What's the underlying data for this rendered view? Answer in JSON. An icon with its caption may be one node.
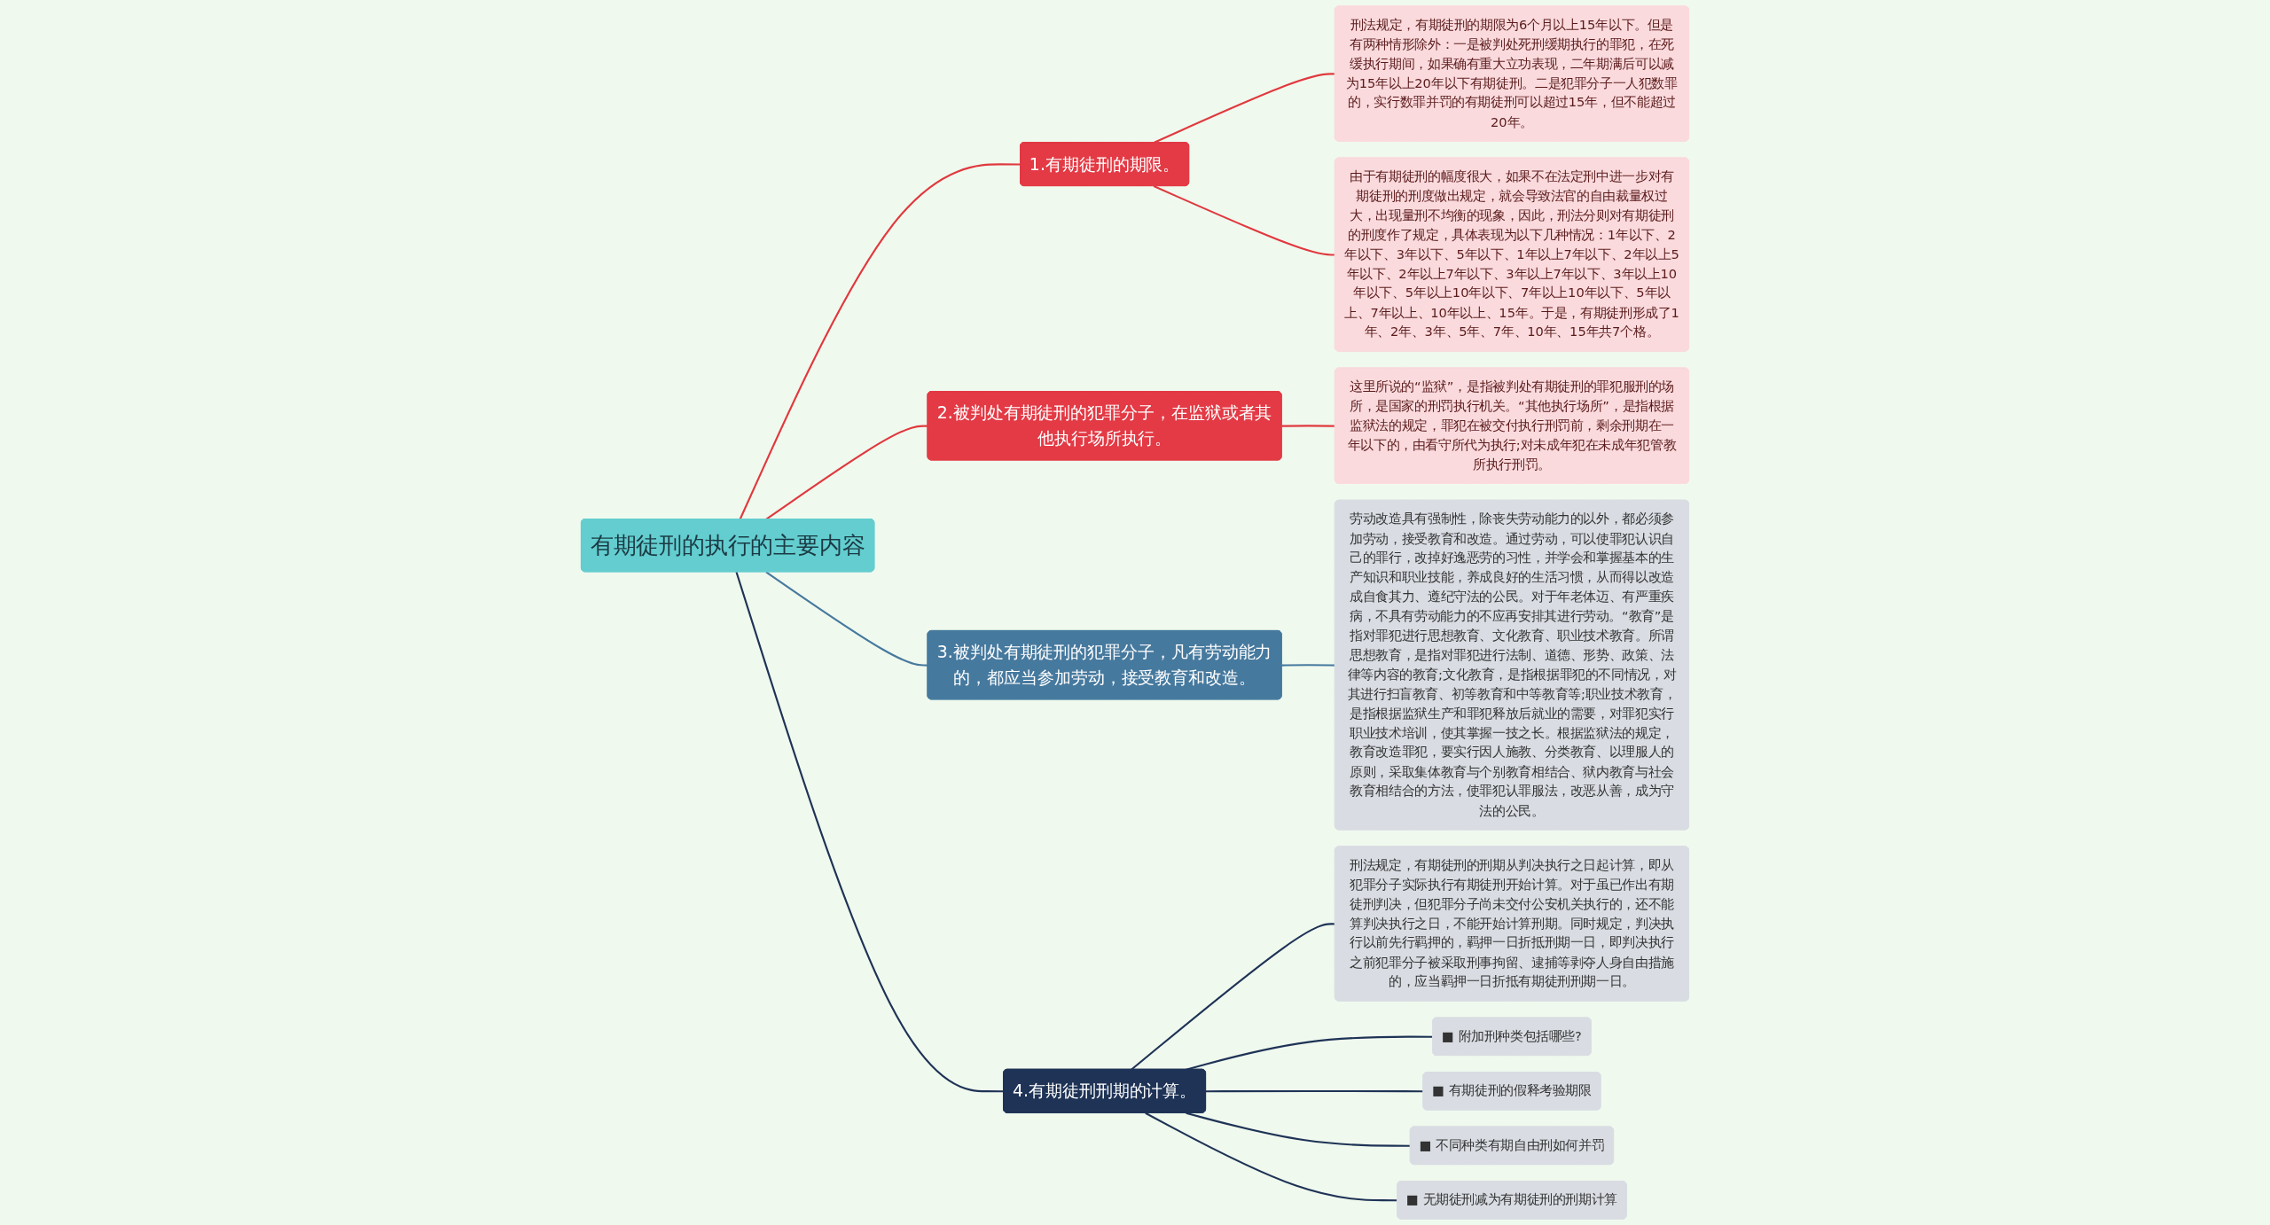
{
  "diagram": {
    "nodes": [
      {
        "text": [
          "有期徒刑的执行的主要内容"
        ]
      },
      {
        "text": [
          "1.有期徒刑的期限。"
        ]
      },
      {
        "text": [
          "刑法规定，有期徒刑的期限为6个月以上15年以下。但是有两种情形除外：一是被判处死刑缓期执行的罪犯，在死缓执行期间，如果确有重大立功表现，二年期满后可以减为15年以上20年以下有期徒刑。二是犯罪分子一人犯数罪的，实行数罪并罚的有期徒刑可以超过15年，但不能超过20年。"
        ]
      },
      {
        "text": [
          "由于有期徒刑的幅度很大，如果不在法定刑中进一步对有期徒刑的刑度做出规定，就会导致法官的自由裁量权过大，出现量刑不均衡的现象，因此，刑法分则对有期徒刑的刑度作了规定，具体表现为以下几种情况：1年以下、2年以下、3年以下、5年以下、1年以上7年以下、2年以上5年以下、2年以上7年以下、3年以上7年以下、3年以上10年以下、5年以上10年以下、7年以上10年以下、5年以上、7年以上、10年以上、15年。于是，有期徒刑形成了1年、2年、3年、5年、7年、10年、15年共7个格。"
        ]
      },
      {
        "text": [
          "2.被判处有期徒刑的犯罪分子，在监狱或者其他执行场所执行。"
        ]
      },
      {
        "text": [
          "这里所说的“监狱”，是指被判处有期徒刑的罪犯服刑的场所，是国家的刑罚执行机关。“其他执行场所”，是指根据监狱法的规定，罪犯在被交付执行刑罚前，剩余刑期在一年以下的，由看守所代为执行;对未成年犯在未成年犯管教所执行刑罚。"
        ]
      },
      {
        "text": [
          "3.被判处有期徒刑的犯罪分子，凡有劳动能力的，都应当参加劳动，接受教育和改造。"
        ]
      },
      {
        "text": [
          "劳动改造具有强制性，除丧失劳动能力的以外，都必须参加劳动，接受教育和改造。通过劳动，可以使罪犯认识自己的罪行，改掉好逸恶劳的习性，并学会和掌握基本的生产知识和职业技能，养成良好的生活习惯，从而得以改造成自食其力、遵纪守法的公民。对于年老体迈、有严重疾病，不具有劳动能力的不应再安排其进行劳动。“教育”是指对罪犯进行思想教育、文化教育、职业技术教育。所谓思想教育，是指对罪犯进行法制、道德、形势、政策、法律等内容的教育;文化教育，是指根据罪犯的不同情况，对其进行扫盲教育、初等教育和中等教育等;职业技术教育，是指根据监狱生产和罪犯释放后就业的需要，对罪犯实行职业技术培训，使其掌握一技之长。根据监狱法的规定，教育改造罪犯，要实行因人施教、分类教育、以理服人的原则，采取集体教育与个别教育相结合、狱内教育与社会教育相结合的方法，使罪犯认罪服法，改恶从善，成为守法的公民。"
        ]
      },
      {
        "text": [
          "4.有期徒刑刑期的计算。"
        ]
      },
      {
        "text": [
          "刑法规定，有期徒刑的刑期从判决执行之日起计算，即从犯罪分子实际执行有期徒刑开始计算。对于虽已作出有期徒刑判决，但犯罪分子尚未交付公安机关执行的，还不能算判决执行之日，不能开始计算刑期。同时规定，判决执行以前先行羁押的，羁押一日折抵刑期一日，即判决执行之前犯罪分子被采取刑事拘留、逮捕等剥夺人身自由措施的，应当羁押一日折抵有期徒刑刑期一日。"
        ]
      },
      {
        "text": [
          "■ 附加刑种类包括哪些?"
        ]
      },
      {
        "text": [
          "■ 有期徒刑的假释考验期限"
        ]
      },
      {
        "text": [
          "■ 不同种类有期自由刑如何并罚"
        ]
      },
      {
        "text": [
          "■ 无期徒刑减为有期徒刑的刑期计算"
        ]
      }
    ],
    "edges": [
      {
        "from": 0,
        "to": 1,
        "arrow": "none",
        "color": "#e0393e"
      },
      {
        "from": 1,
        "to": 2,
        "arrow": "none",
        "color": "#e0393e"
      },
      {
        "from": 1,
        "to": 3,
        "arrow": "none",
        "color": "#e0393e"
      },
      {
        "from": 0,
        "to": 4,
        "arrow": "none",
        "color": "#e0393e"
      },
      {
        "from": 4,
        "to": 5,
        "arrow": "none",
        "color": "#e0393e"
      },
      {
        "from": 0,
        "to": 6,
        "arrow": "none",
        "color": "#46799e"
      },
      {
        "from": 6,
        "to": 7,
        "arrow": "none",
        "color": "#46799e"
      },
      {
        "from": 0,
        "to": 8,
        "arrow": "none"
      },
      {
        "from": 8,
        "to": 9,
        "arrow": "none"
      },
      {
        "from": 8,
        "to": 10,
        "arrow": "none"
      },
      {
        "from": 8,
        "to": 11,
        "arrow": "none"
      },
      {
        "from": 8,
        "to": 12,
        "arrow": "none"
      },
      {
        "from": 8,
        "to": 13,
        "arrow": "none"
      }
    ]
  }
}
